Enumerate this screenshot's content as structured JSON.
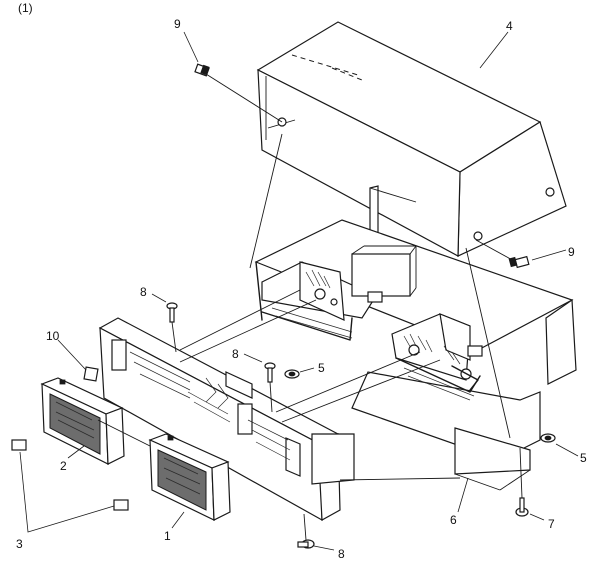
{
  "figure_label": "(1)",
  "callouts": [
    "9",
    "4",
    "9",
    "8",
    "10",
    "8",
    "5",
    "5",
    "2",
    "1",
    "6",
    "7",
    "3",
    "8"
  ]
}
